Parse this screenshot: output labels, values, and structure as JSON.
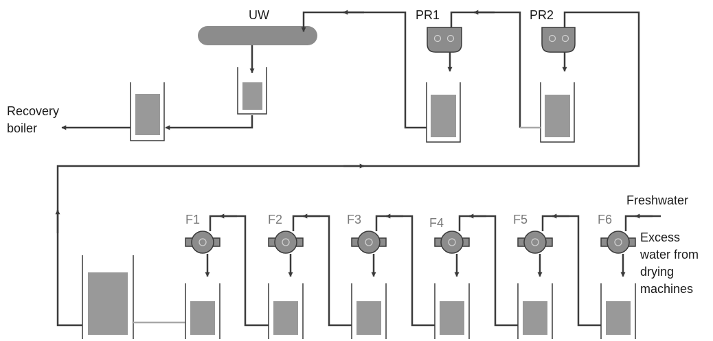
{
  "labels": {
    "uw": "UW",
    "pr1": "PR1",
    "pr2": "PR2",
    "recovery_line1": "Recovery",
    "recovery_line2": "boiler",
    "freshwater": "Freshwater",
    "excess_line1": "Excess",
    "excess_line2": "water from",
    "excess_line3": "drying",
    "excess_line4": "machines",
    "f1": "F1",
    "f2": "F2",
    "f3": "F3",
    "f4": "F4",
    "f5": "F5",
    "f6": "F6"
  },
  "colors": {
    "line": "#3a3a3a",
    "fill": "#999999",
    "equipment": "#8c8c8c",
    "connector": "#a8a8a8"
  }
}
